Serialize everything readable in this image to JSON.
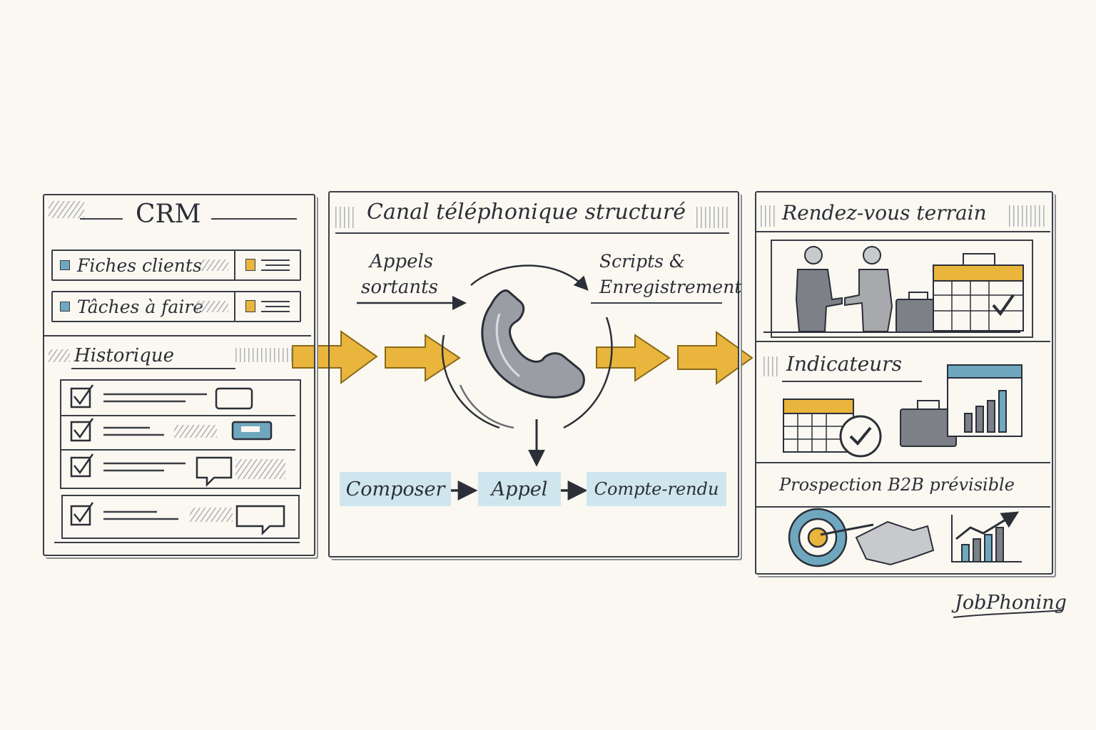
{
  "crm": {
    "title": "CRM",
    "rows": [
      {
        "label": "Fiches clients"
      },
      {
        "label": "Tâches à faire"
      }
    ],
    "history_title": "Historique"
  },
  "channel": {
    "title": "Canal téléphonique structuré",
    "label_outgoing": "Appels\nsortants",
    "label_outgoing_1": "Appels",
    "label_outgoing_2": "sortants",
    "label_scripts_1": "Scripts &",
    "label_scripts_2": "Enregistrement",
    "steps": [
      "Composer",
      "Appel",
      "Compte-rendu"
    ]
  },
  "field": {
    "meetings_title": "Rendez-vous terrain",
    "indicators_title": "Indicateurs",
    "prospection_title": "Prospection B2B prévisible"
  },
  "brand": "JobPhoning",
  "colors": {
    "accent_yellow": "#e9b53c",
    "accent_blue": "#6fa7bf",
    "step_fill": "#cfe6ee",
    "ink": "#2b2f38",
    "paper": "#fbf8f1"
  }
}
